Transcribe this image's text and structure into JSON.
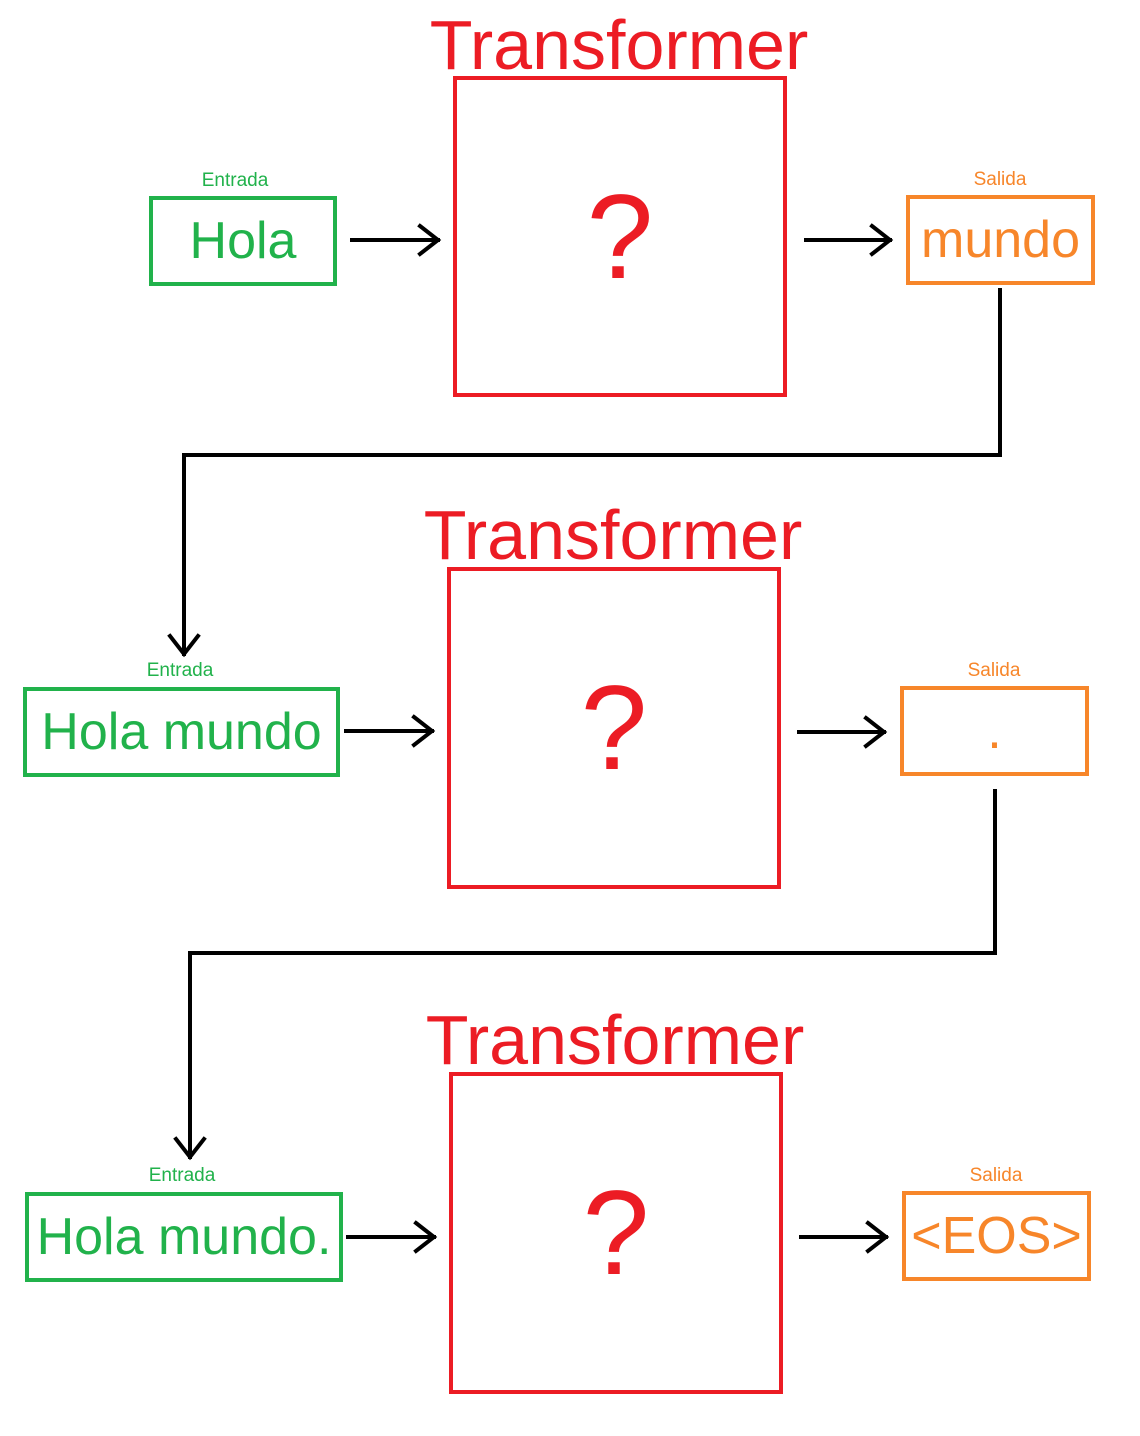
{
  "colors": {
    "input": "#21b24b",
    "output": "#f7862a",
    "transformer": "#ec1c24",
    "arrow": "#000000"
  },
  "steps": [
    {
      "transformer_title": "Transformer",
      "transformer_symbol": "?",
      "input_label": "Entrada",
      "input_text": "Hola",
      "output_label": "Salida",
      "output_text": "mundo"
    },
    {
      "transformer_title": "Transformer",
      "transformer_symbol": "?",
      "input_label": "Entrada",
      "input_text": "Hola mundo",
      "output_label": "Salida",
      "output_text": "."
    },
    {
      "transformer_title": "Transformer",
      "transformer_symbol": "?",
      "input_label": "Entrada",
      "input_text": "Hola mundo.",
      "output_label": "Salida",
      "output_text": "<EOS>"
    }
  ]
}
